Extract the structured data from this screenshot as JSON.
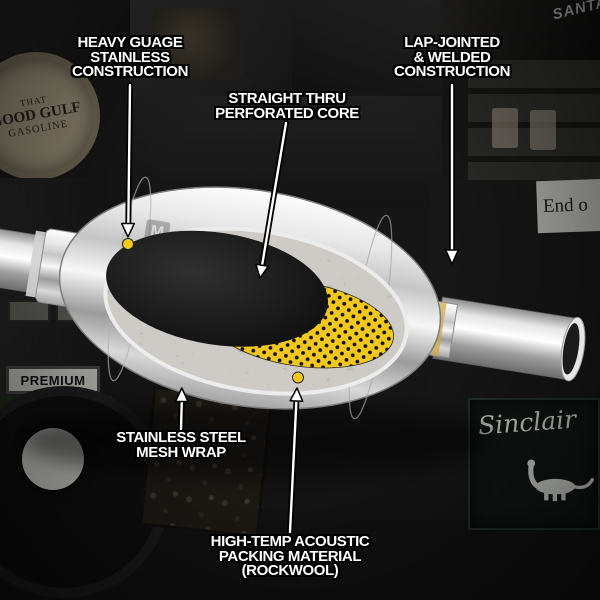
{
  "callouts": [
    {
      "id": "heavy-gauge-construction",
      "lines": [
        "HEAVY GUAGE",
        "STAINLESS",
        "CONSTRUCTION"
      ]
    },
    {
      "id": "straight-thru-perforated-core",
      "lines": [
        "STRAIGHT THRU",
        "PERFORATED CORE"
      ]
    },
    {
      "id": "lap-jointed-welded-construction",
      "lines": [
        "LAP-JOINTED",
        "& WELDED",
        "CONSTRUCTION"
      ]
    },
    {
      "id": "stainless-steel-mesh-wrap",
      "lines": [
        "STAINLESS STEEL",
        "MESH WRAP"
      ]
    },
    {
      "id": "high-temp-acoustic-packing",
      "lines": [
        "HIGH-TEMP ACOUSTIC",
        "PACKING MATERIAL",
        "(ROCKWOOL)"
      ]
    }
  ],
  "muffler": {
    "brand_mark": "M"
  },
  "background": {
    "gulf_sign": {
      "line1": "THAT",
      "line2": "GOOD GULF",
      "line3": "GASOLINE"
    },
    "premium_label": "PREMIUM",
    "end_sign": "End o",
    "santa_fragment": "SANTA",
    "sinclair_sign": "Sinclair"
  },
  "colors": {
    "callout_text": "#ffffff",
    "callout_outline": "#000000",
    "leader_line": "#ffffff",
    "callout_dot": "#f2c81f",
    "core_yellow": "#f2c81f",
    "chrome_light": "#fdfdfd",
    "chrome_dark": "#8f8f8f",
    "rockwool_gray": "#6f6b66",
    "mesh_black": "#0d0d0d",
    "background_dark": "#161616"
  }
}
